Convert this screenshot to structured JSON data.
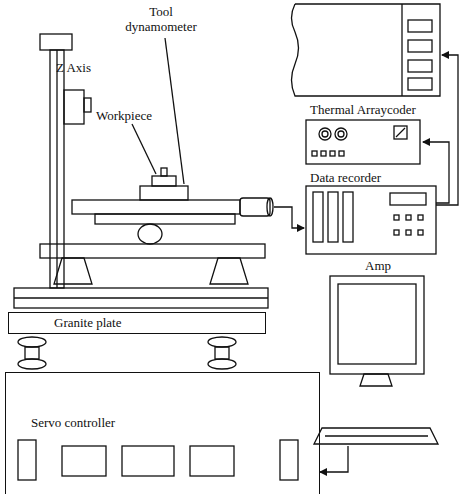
{
  "diagram": {
    "nodes": [
      {
        "text": [
          "Thermal Arraycoder"
        ]
      },
      {
        "text": [
          "Data recorder"
        ]
      },
      {
        "text": [
          "Amp"
        ]
      },
      {
        "text": [
          "Granite plate"
        ]
      },
      {
        "text": [
          "Servo controller"
        ]
      }
    ],
    "edges": [
      {
        "from": 1,
        "to": 0,
        "arrow": "to"
      },
      {
        "from": 2,
        "to": 4,
        "arrow": "to"
      }
    ],
    "labels": [
      "Tool dynamometer",
      "Z Axis",
      "Workpiece"
    ]
  }
}
